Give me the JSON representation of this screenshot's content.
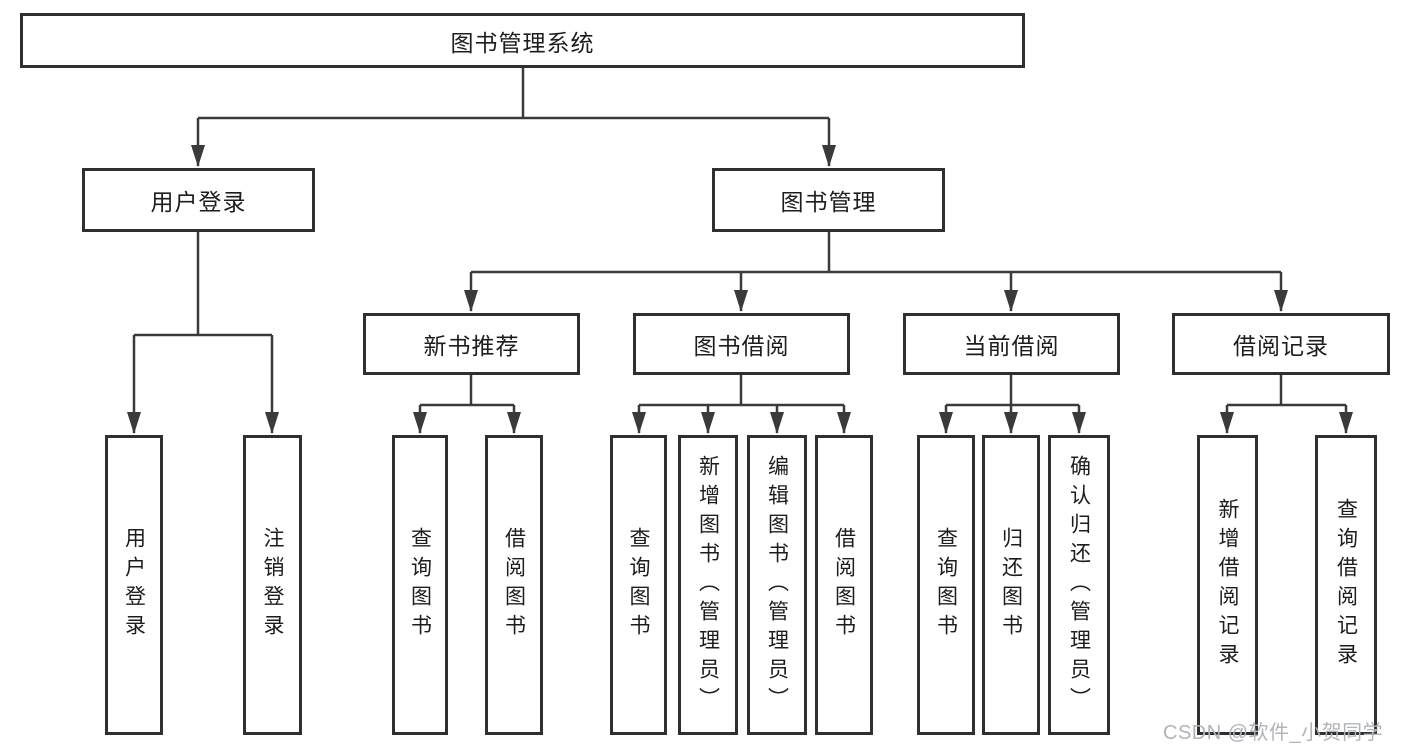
{
  "diagram": {
    "root": {
      "label": "图书管理系统"
    },
    "level2": [
      {
        "label": "用户登录"
      },
      {
        "label": "图书管理"
      }
    ],
    "level3": [
      {
        "label": "新书推荐",
        "parent": "图书管理"
      },
      {
        "label": "图书借阅",
        "parent": "图书管理"
      },
      {
        "label": "当前借阅",
        "parent": "图书管理"
      },
      {
        "label": "借阅记录",
        "parent": "图书管理"
      }
    ],
    "leaves": [
      {
        "label": "用户登录",
        "parent": "用户登录"
      },
      {
        "label": "注销登录",
        "parent": "用户登录"
      },
      {
        "label": "查询图书",
        "parent": "新书推荐"
      },
      {
        "label": "借阅图书",
        "parent": "新书推荐"
      },
      {
        "label": "查询图书",
        "parent": "图书借阅"
      },
      {
        "label": "新增图书（管理员）",
        "parent": "图书借阅"
      },
      {
        "label": "编辑图书（管理员）",
        "parent": "图书借阅"
      },
      {
        "label": "借阅图书",
        "parent": "图书借阅"
      },
      {
        "label": "查询图书",
        "parent": "当前借阅"
      },
      {
        "label": "归还图书",
        "parent": "当前借阅"
      },
      {
        "label": "确认归还（管理员）",
        "parent": "当前借阅"
      },
      {
        "label": "新增借阅记录",
        "parent": "借阅记录"
      },
      {
        "label": "查询借阅记录",
        "parent": "借阅记录"
      }
    ]
  },
  "watermark": "CSDN @软件_小贺同学",
  "colors": {
    "line": "#3a3a3a",
    "box_border": "#2f2f2f",
    "text": "#1d1d1f",
    "background": "#ffffff",
    "watermark": "#b0b4b8"
  }
}
